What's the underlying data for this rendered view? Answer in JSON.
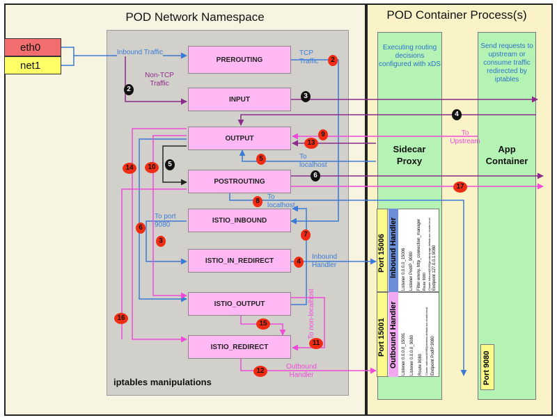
{
  "namespace": {
    "title": "POD Network Namespace",
    "inner_label": "iptables manipulations"
  },
  "process": {
    "title": "POD Container Process(s)"
  },
  "interfaces": [
    {
      "label": "eth0"
    },
    {
      "label": "net1"
    }
  ],
  "chains": [
    {
      "label": "PREROUTING"
    },
    {
      "label": "INPUT"
    },
    {
      "label": "OUTPUT"
    },
    {
      "label": "POSTROUTING"
    },
    {
      "label": "ISTIO_INBOUND"
    },
    {
      "label": "ISTIO_IN_REDIRECT"
    },
    {
      "label": "ISTIO_OUTPUT"
    },
    {
      "label": "ISTIO_REDIRECT"
    }
  ],
  "sidecar": {
    "desc": "Executing routing decisions configured with xDS",
    "label": "Sidecar Proxy",
    "inbound": {
      "port": "Port 15006",
      "name": "Inbound Handler",
      "lines": [
        "Listener 0.0.0.0_15006",
        "Listener PodIP_9080",
        "Filter envoy. http_connection_manager",
        "Route 9080",
        "Cluster inbound|9080||productpage.default.svc.cluster.local",
        "Endpoint 127.0.0.1:9080"
      ]
    },
    "outbound": {
      "port": "Port 15001",
      "name": "Outbound Handler",
      "lines": [
        "Listener 0.0.0.0_15001",
        "Listener 0.0.0.0_9080",
        "Route 9080",
        "Cluster outbound|9080||reviews.default.svc.cluster.local",
        "Endpoint PodIP:9080"
      ]
    }
  },
  "app": {
    "desc": "Send requests to upstream or consume traffic redirected by iptables",
    "label": "App Container",
    "port": "Port 9080"
  },
  "flow_labels": {
    "inbound_traffic": "Inbound Traffic",
    "tcp_traffic": "TCP Traffic",
    "non_tcp_traffic": "Non-TCP Traffic",
    "to_upstream": "To Upstream",
    "to_localhost_1": "To localhost",
    "to_localhost_2": "To localhost",
    "to_port_9080": "To port 9080",
    "inbound_handler": "Inbound Handler",
    "to_non_localhost": "To non-localhost",
    "outbound_handler": "Outbound Handler"
  },
  "steps": [
    "2",
    "2",
    "3",
    "4",
    "5",
    "6",
    "7",
    "8",
    "9",
    "10",
    "11",
    "12",
    "13",
    "14",
    "15",
    "16",
    "17",
    "3",
    "4"
  ],
  "colors": {
    "chain_fill": "#ffb8f4",
    "column_fill": "#b5f3b5",
    "blue_flow": "#3b7bd6",
    "purple_flow": "#8b2a8b",
    "magenta_flow": "#f04ad8",
    "badge_red": "#f02c14",
    "badge_black": "#111111",
    "eth0_fill": "#f26d6d",
    "net1_fill": "#ffff66"
  }
}
